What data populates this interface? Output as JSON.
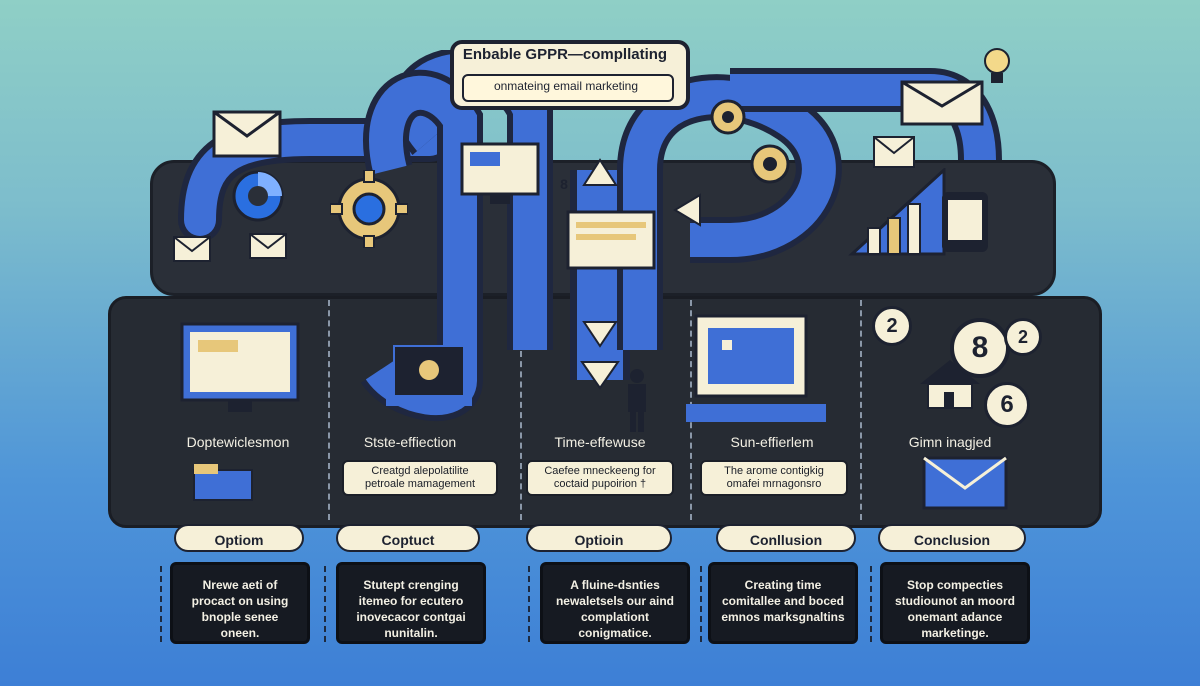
{
  "title": {
    "main": "Enbable GPPR—compllating",
    "sub": "onmateing email marketing"
  },
  "stages": [
    {
      "heading": "Doptewiclesmon",
      "note": ""
    },
    {
      "heading": "Stste-effiection",
      "note": "Creatgd alepolatilite petroale mamagement"
    },
    {
      "heading": "Time-effewuse",
      "note": "Caefee mneckeeng for coctaid pupoirion †"
    },
    {
      "heading": "Sun-effierlem",
      "note": "The arome contigkig omafei mrnagonsro"
    },
    {
      "heading": "Gimn inagjed",
      "note": ""
    }
  ],
  "badges": [
    "2",
    "8",
    "2",
    "6"
  ],
  "ribbon_digit": "8",
  "bottom": [
    {
      "pill": "Optiom",
      "text": "Nrewe aeti of procact on using bnople senee oneen."
    },
    {
      "pill": "Coptuct",
      "text": "Stutept crenging itemeo for ecutero inovecacor contgai nunitalin."
    },
    {
      "pill": "Optioin",
      "text": "A fluine-dsnties newaletsels our aind complationt conigmatice."
    },
    {
      "pill": "Conllusion",
      "text": "Creating time comitallee and boced emnos marksgnaltins"
    },
    {
      "pill": "Conclusion",
      "text": "Stop compecties studiounot an moord onemant adance marketinge."
    }
  ],
  "colors": {
    "ribbon": "#3f6fd6",
    "panel": "#262b33",
    "cream": "#f6f0d8",
    "gold": "#e7c77a"
  }
}
